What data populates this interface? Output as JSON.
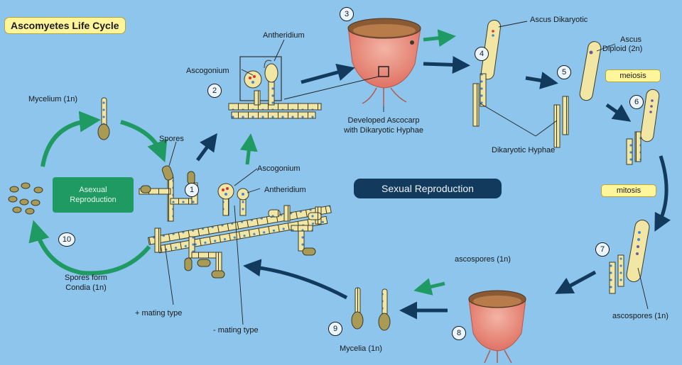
{
  "title": "Ascomyetes Life Cycle",
  "boxes": {
    "asexual_line1": "Asexual",
    "asexual_line2": "Reproduction",
    "sexual": "Sexual Reproduction",
    "meiosis": "meiosis",
    "mitosis": "mitosis"
  },
  "labels": {
    "mycelium": "Mycelium (1n)",
    "spores": "Spores",
    "ascogonium_top": "Ascogonium",
    "antheridium_top": "Antheridium",
    "ascogonium_mid": "Ascogonium",
    "antheridium_mid": "Antheridium",
    "developed_line1": "Developed Ascocarp",
    "developed_line2": "with Dikaryotic Hyphae",
    "ascus_dikaryotic": "Ascus Dikaryotic",
    "ascus_line1": "Ascus",
    "ascus_line2": "Diploid (2n)",
    "dikaryotic_hyphae": "Dikaryotic Hyphae",
    "ascospores_mid": "ascospores (1n)",
    "ascospores_right": "ascospores (1n)",
    "mycelia": "Mycelia (1n)",
    "spores_form_line1": "Spores form",
    "spores_form_line2": "Condia (1n)",
    "plus_mating": "+ mating type",
    "minus_mating": "- mating type"
  },
  "steps": [
    "1",
    "2",
    "3",
    "4",
    "5",
    "6",
    "7",
    "8",
    "9",
    "10"
  ],
  "colors": {
    "background": "#8ec5ec",
    "green_arrow": "#1f9a62",
    "navy_arrow": "#123a5c",
    "ascocarp": "#e8867a",
    "hypha": "#f1e6a4",
    "spore": "#a99a55"
  }
}
